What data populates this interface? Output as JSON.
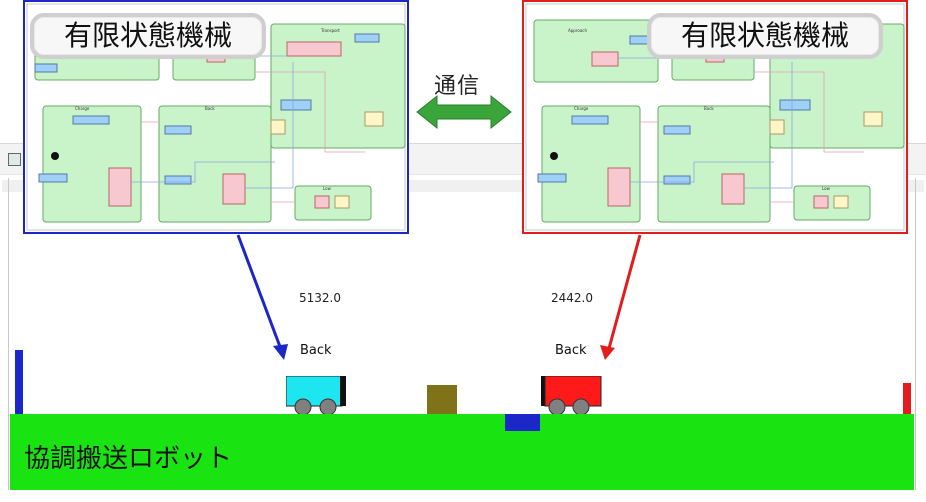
{
  "panels": {
    "left": {
      "title": "有限状態機械",
      "border_color": "#1b27c8"
    },
    "right": {
      "title": "有限状態機械",
      "border_color": "#e31c1c"
    }
  },
  "communication": {
    "label": "通信",
    "arrow_color": "#3aa53a"
  },
  "simulation": {
    "left_robot": {
      "speed": "5132.0",
      "state": "Back",
      "body_color": "#1ee6f0"
    },
    "right_robot": {
      "speed": "2442.0",
      "state": "Back",
      "body_color": "#ff1a1a"
    },
    "floor_label": "協調搬送ロボット",
    "floor_color": "#1ae312"
  }
}
